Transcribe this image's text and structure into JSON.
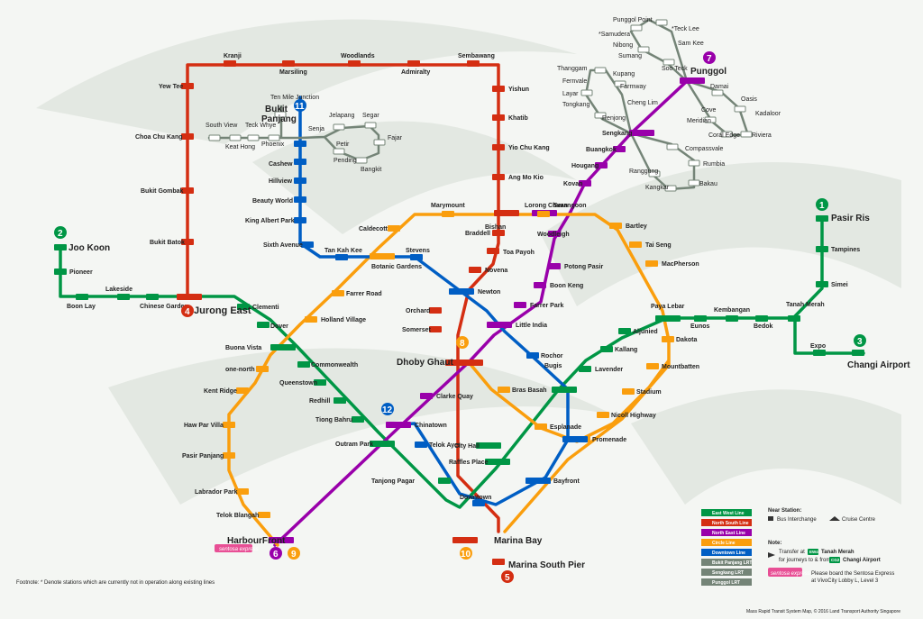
{
  "line_colors": {
    "EW": "#009645",
    "NS": "#d42e12",
    "NE": "#9900aa",
    "CC": "#fa9e0d",
    "DT": "#005ec4",
    "LRT": "#748477"
  },
  "line_numbers": {
    "ew_west": "2",
    "ew_east": "1",
    "ew_airport": "3",
    "ns_top": "4",
    "ns_bottom": "5",
    "ne_top": "7",
    "ne_bottom": "6",
    "cc_dhoby": "8",
    "cc_harbour": "9",
    "cc_marina": "10",
    "bp": "11",
    "dt": "12"
  },
  "stations": {
    "kranji": "Kranji",
    "marsiling": "Marsiling",
    "woodlands": "Woodlands",
    "admiralty": "Admiralty",
    "sembawang": "Sembawang",
    "yishun": "Yishun",
    "khatib": "Khatib",
    "yio_chu_kang": "Yio Chu Kang",
    "ang_mo_kio": "Ang Mo Kio",
    "bishan": "Bishan",
    "braddell": "Braddell",
    "toa_payoh": "Toa Payoh",
    "novena": "Novena",
    "newton": "Newton",
    "orchard": "Orchard",
    "somerset": "Somerset",
    "dhoby_ghaut": "Dhoby Ghaut",
    "city_hall": "City Hall",
    "raffles_place": "Raffles Place",
    "marina_bay": "Marina Bay",
    "marina_south_pier": "Marina South Pier",
    "yew_tee": "Yew Tee",
    "choa_chu_kang": "Choa Chu Kang",
    "bukit_gombak": "Bukit Gombak",
    "bukit_batok": "Bukit Batok",
    "jurong_east": "Jurong East",
    "joo_koon": "Joo Koon",
    "pioneer": "Pioneer",
    "boon_lay": "Boon Lay",
    "lakeside": "Lakeside",
    "chinese_garden": "Chinese Garden",
    "clementi": "Clementi",
    "dover": "Dover",
    "buona_vista": "Buona Vista",
    "commonwealth": "Commonwealth",
    "queenstown": "Queenstown",
    "redhill": "Redhill",
    "tiong_bahru": "Tiong Bahru",
    "outram_park": "Outram Park",
    "tanjong_pagar": "Tanjong Pagar",
    "bugis": "Bugis",
    "lavender": "Lavender",
    "kallang": "Kallang",
    "aljunied": "Aljunied",
    "paya_lebar": "Paya Lebar",
    "eunos": "Eunos",
    "kembangan": "Kembangan",
    "bedok": "Bedok",
    "tanah_merah": "Tanah Merah",
    "simei": "Simei",
    "tampines": "Tampines",
    "pasir_ris": "Pasir Ris",
    "expo": "Expo",
    "changi_airport": "Changi Airport",
    "harbourfront": "HarbourFront",
    "chinatown": "Chinatown",
    "clarke_quay": "Clarke Quay",
    "little_india": "Little India",
    "farrer_park": "Farrer Park",
    "boon_keng": "Boon Keng",
    "potong_pasir": "Potong Pasir",
    "woodleigh": "Woodleigh",
    "serangoon": "Serangoon",
    "kovan": "Kovan",
    "hougang": "Hougang",
    "buangkok": "Buangkok",
    "sengkang": "Sengkang",
    "punggol": "Punggol",
    "telok_blangah": "Telok Blangah",
    "labrador_park": "Labrador Park",
    "pasir_panjang": "Pasir Panjang",
    "haw_par_villa": "Haw Par Villa",
    "kent_ridge": "Kent Ridge",
    "one_north": "one-north",
    "holland_village": "Holland Village",
    "farrer_road": "Farrer Road",
    "botanic_gardens": "Botanic Gardens",
    "caldecott": "Caldecott",
    "marymount": "Marymount",
    "lorong_chuan": "Lorong Chuan",
    "bartley": "Bartley",
    "tai_seng": "Tai Seng",
    "macpherson": "MacPherson",
    "dakota": "Dakota",
    "mountbatten": "Mountbatten",
    "stadium": "Stadium",
    "nicoll_highway": "Nicoll Highway",
    "promenade": "Promenade",
    "esplanade": "Esplanade",
    "bras_basah": "Bras Basah",
    "bayfront": "Bayfront",
    "downtown": "Downtown",
    "telok_ayer": "Telok Ayer",
    "rochor": "Rochor",
    "bukit_panjang": "Bukit Panjang",
    "cashew": "Cashew",
    "hillview": "Hillview",
    "beauty_world": "Beauty World",
    "king_albert_park": "King Albert Park",
    "sixth_avenue": "Sixth Avenue",
    "tan_kah_kee": "Tan Kah Kee",
    "stevens": "Stevens",
    "ten_mile_junction": "Ten Mile Junction",
    "phoenix": "Phoenix",
    "teck_whye": "Teck Whye",
    "keat_hong": "Keat Hong",
    "south_view": "South View",
    "senja": "Senja",
    "jelapang": "Jelapang",
    "segar": "Segar",
    "fajar": "Fajar",
    "bangkit": "Bangkit",
    "pending": "Pending",
    "petir": "Petir",
    "punggol_point": "Punggol Point",
    "samudera": "*Samudera",
    "teck_lee": "*Teck Lee",
    "nibong": "Nibong",
    "sam_kee": "Sam Kee",
    "sumang": "Sumang",
    "soo_teck": "Soo Teck",
    "damai": "Damai",
    "oasis": "Oasis",
    "kadaloor": "Kadaloor",
    "riviera": "Riviera",
    "coral_edge": "Coral Edge",
    "meridian": "Meridian",
    "cove": "Cove",
    "thanggam": "Thanggam",
    "kupang": "Kupang",
    "fernvale": "Fernvale",
    "farmway": "Farmway",
    "layar": "Layar",
    "cheng_lim": "Cheng Lim",
    "tongkang": "Tongkang",
    "renjong": "Renjong",
    "compassvale": "Compassvale",
    "rumbia": "Rumbia",
    "rangoon": "Ranggung",
    "kangkar": "Kangkar",
    "bakau": "Bakau"
  },
  "legend": {
    "title_lines": "",
    "ew": "East West Line",
    "ns": "North South Line",
    "ne": "North East Line",
    "cc": "Circle Line",
    "dt": "Downtown Line",
    "bp": "Bukit Panjang LRT",
    "sk": "Sengkang LRT",
    "pg": "Punggol LRT",
    "near_station": "Near Station:",
    "bus_interchange": "Bus Interchange",
    "cruise_centre": "Cruise Centre",
    "note": "Note:",
    "transfer_1": "Transfer at",
    "transfer_code": "EW4",
    "transfer_station": "Tanah Merah",
    "transfer_2": "for journeys to & from",
    "transfer_code2": "CG2",
    "transfer_station2": "Changi Airport",
    "sentosa_1": "Please board the Sentosa Express",
    "sentosa_2": "at VivoCity Lobby L, Level 3",
    "sentosa_logo": "sentosa express"
  },
  "footnote": "Footnote: * Denote stations which are currently not in operation along existing lines",
  "credit": "Mass Rapid Transit System Map, © 2016 Land Transport Authority Singapore"
}
